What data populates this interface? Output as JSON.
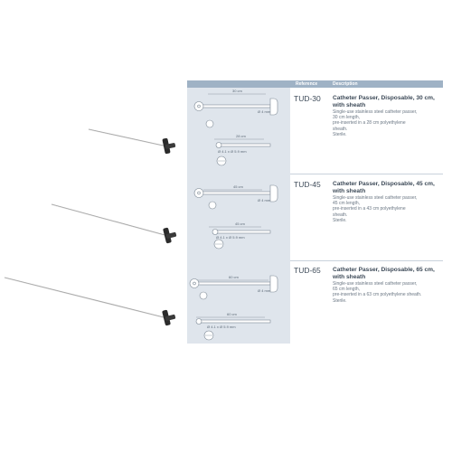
{
  "table": {
    "headers": {
      "reference": "Reference",
      "description": "Description"
    },
    "rows": [
      {
        "reference": "TUD-30",
        "title_lines": [
          "Catheter Passer, Disposable, 30 cm,",
          "with sheath"
        ],
        "lines": [
          "Single-use stainless steel catheter passer,",
          "30 cm length,",
          "pre-inserted in a 28 cm polyethylene",
          "sheath.",
          "Sterile."
        ],
        "drawing": {
          "passer_length": "30 cm",
          "passer_diameter": "Ø 4 mm",
          "sheath_length": "28 cm",
          "sheath_diameter": "Ø 4.1 x Ø 5.9 mm"
        }
      },
      {
        "reference": "TUD-45",
        "title_lines": [
          "Catheter Passer, Disposable, 45 cm,",
          "with sheath"
        ],
        "lines": [
          "Single-use stainless steel catheter passer,",
          "45 cm length,",
          "pre-inserted in a 43 cm polyethylene",
          "sheath.",
          "Sterile."
        ],
        "drawing": {
          "passer_length": "45 cm",
          "passer_diameter": "Ø 4 mm",
          "sheath_length": "45 cm",
          "sheath_diameter": "Ø 4.1 x Ø 5.9 mm"
        }
      },
      {
        "reference": "TUD-65",
        "title_lines": [
          "Catheter Passer, Disposable, 65 cm,",
          "with sheath"
        ],
        "lines": [
          "Single-use stainless steel catheter passer,",
          "65 cm length,",
          "pre-inserted in a 63 cm polyethylene sheath.",
          "Sterile."
        ],
        "drawing": {
          "passer_length": "60 cm",
          "passer_diameter": "Ø 4 mm",
          "sheath_length": "60 cm",
          "sheath_diameter": "Ø 4.1 x Ø 5.9 mm"
        }
      }
    ]
  },
  "colors": {
    "header": "#9fb2c5",
    "panel": "#dfe5ec",
    "handle": "#2b2b2b",
    "steel": "#9a9a9a"
  }
}
